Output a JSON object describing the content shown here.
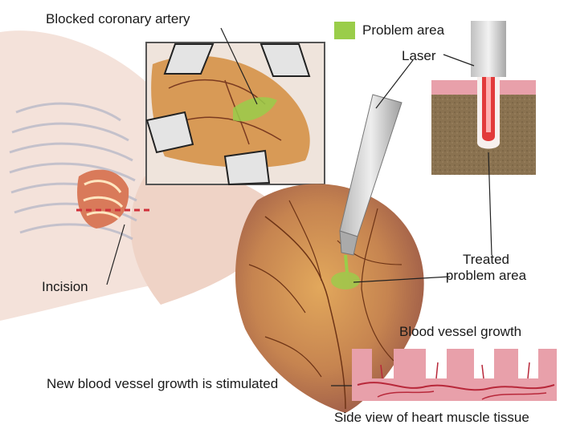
{
  "labels": {
    "blocked_artery": "Blocked coronary artery",
    "problem_area": "Problem area",
    "laser": "Laser",
    "incision": "Incision",
    "treated_line1": "Treated",
    "treated_line2": "problem area",
    "blood_vessel_growth": "Blood vessel growth",
    "new_growth": "New blood vessel growth is stimulated",
    "side_view": "Side view of heart muscle tissue"
  },
  "colors": {
    "problem_area": "#9acd4a",
    "heart": "#c98a4a",
    "tissue": "#e8a0aa",
    "muscle": "#8a7250",
    "skin": "#f2d6c8"
  }
}
